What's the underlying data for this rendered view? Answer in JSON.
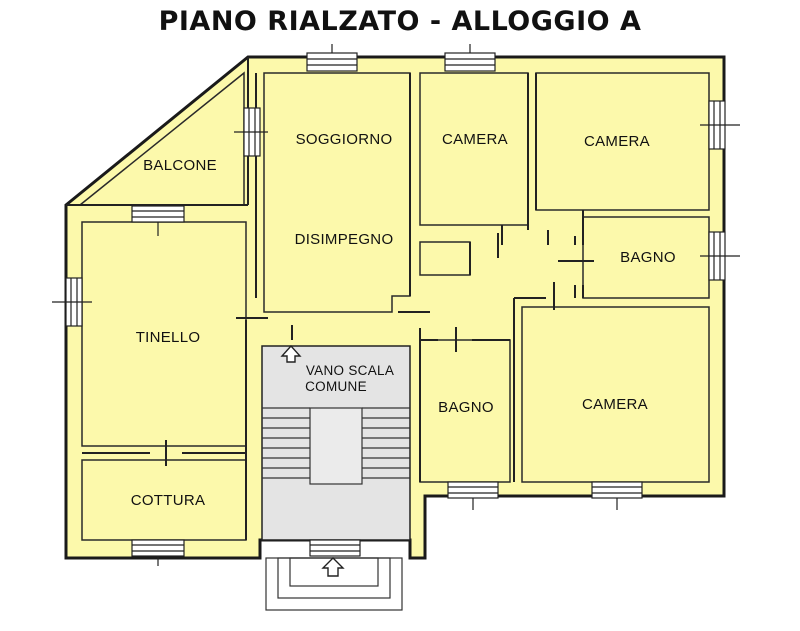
{
  "title": "PIANO RIALZATO - ALLOGGIO A",
  "colors": {
    "room_fill": "#fcf9ab",
    "stair_fill": "#e4e4e4",
    "wall_stroke": "#1a1a1a",
    "background": "#ffffff"
  },
  "rooms": {
    "balcone": "BALCONE",
    "soggiorno": "SOGGIORNO",
    "disimpegno": "DISIMPEGNO",
    "camera_1": "CAMERA",
    "camera_2": "CAMERA",
    "camera_3": "CAMERA",
    "bagno_1": "BAGNO",
    "bagno_2": "BAGNO",
    "tinello": "TINELLO",
    "cottura": "COTTURA",
    "vano_scala_line1": "VANO SCALA",
    "vano_scala_line2": "COMUNE"
  },
  "icons": {
    "entrance": "arrow-up-icon",
    "window": "window-icon"
  }
}
